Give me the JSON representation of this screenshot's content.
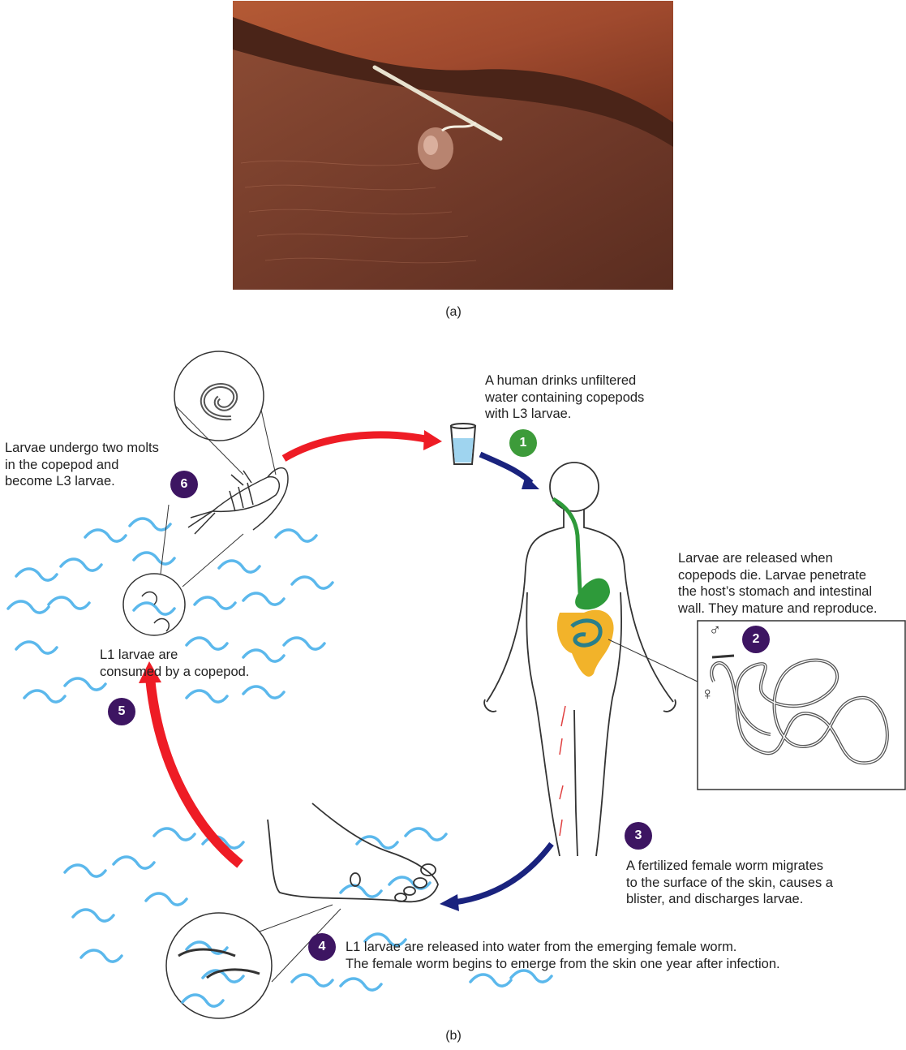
{
  "caption_a": "(a)",
  "caption_b": "(b)",
  "steps": [
    {
      "num": "1",
      "text": "A human drinks unfiltered\nwater containing copepods\nwith L3 larvae."
    },
    {
      "num": "2",
      "text": "Larvae are released when\ncopepods die. Larvae penetrate\nthe host’s stomach and intestinal\nwall. They mature and reproduce."
    },
    {
      "num": "3",
      "text": "A fertilized female worm migrates\nto the surface of the skin, causes a\nblister, and discharges larvae."
    },
    {
      "num": "4",
      "text": "L1 larvae are released into water from the emerging female worm.\nThe female worm begins to emerge from the skin one year after infection."
    },
    {
      "num": "5",
      "text": "L1 larvae are\nconsumed by a copepod."
    },
    {
      "num": "6",
      "text": "Larvae undergo two molts\nin the copepod and\nbecome L3 larvae."
    }
  ],
  "symbols": {
    "male": "♂",
    "female": "♀"
  },
  "colors": {
    "badge": "#3d1562",
    "badge_first": "#3d9b3a",
    "arrow_red": "#ee1c25",
    "arrow_blue": "#1a237e",
    "water": "#5bb8ec",
    "gut": "#2e9a3a",
    "intestine": "#f2b32a"
  }
}
